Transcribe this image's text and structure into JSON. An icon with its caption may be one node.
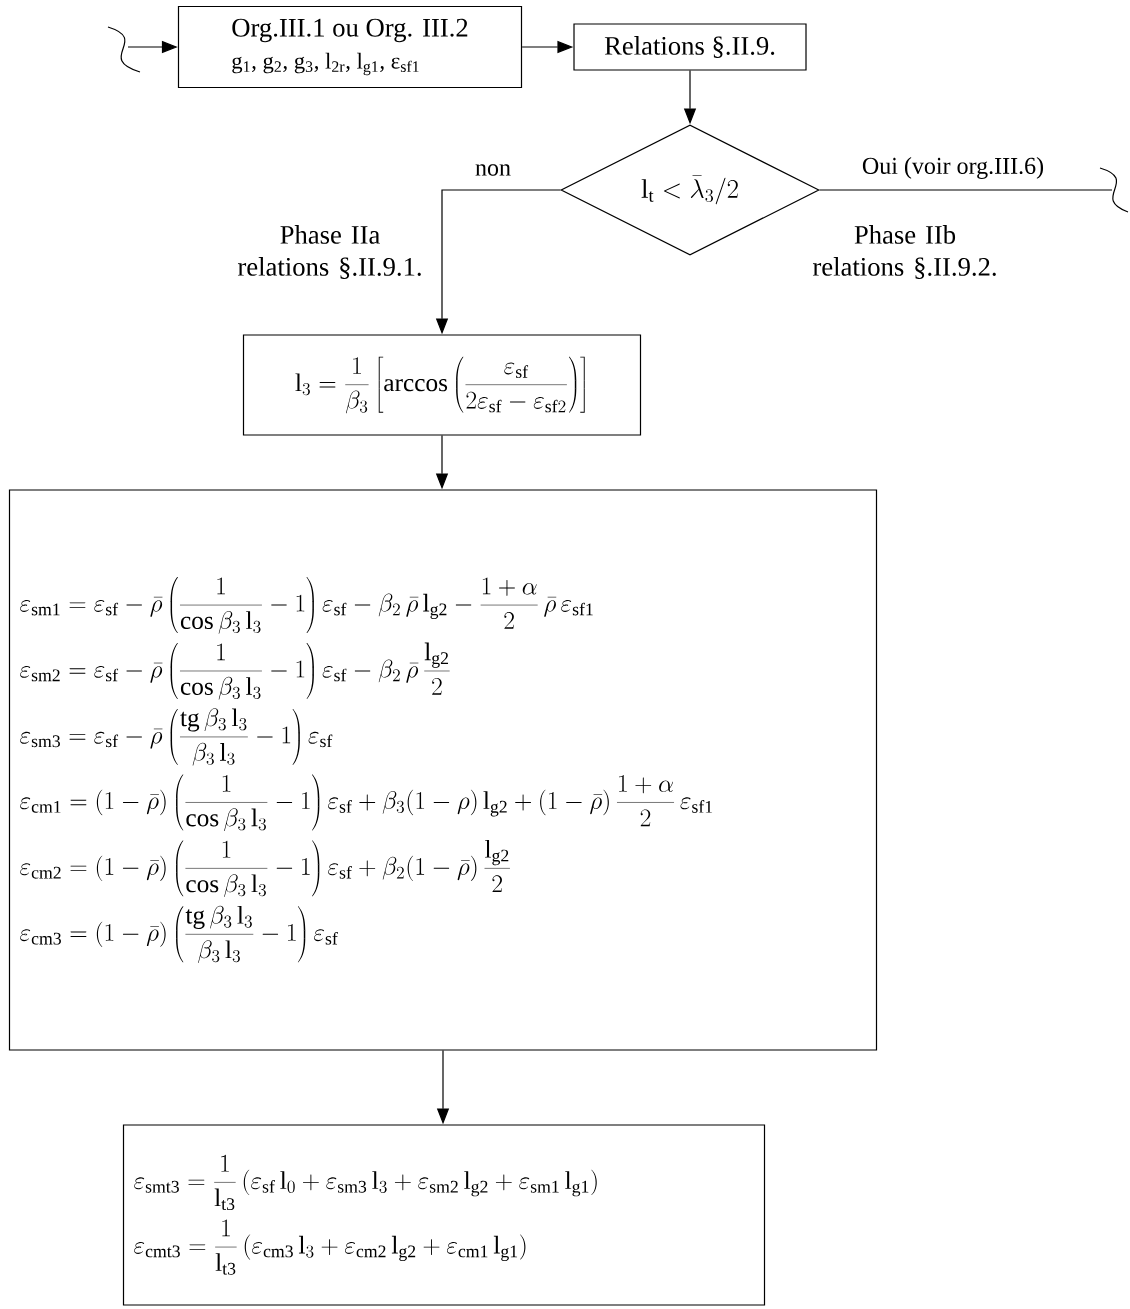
{
  "diagram": {
    "nodes": [
      {
        "text": [
          "Org.III.1 ou Org. III.2",
          "g$_{1}$, g$_{2}$, g$_{3}$, l$_{2r}$, l$_{g1}$, ε$_{sf1}$"
        ]
      },
      {
        "text": [
          "Relations §.II.9."
        ]
      },
      {
        "text": [
          "\\mathrm{l}_{\\mathrm{t}} < \\bar{\\lambda}_{3}/2"
        ]
      },
      {
        "text": [
          "\\mathrm{l}_{3} = \\frac{1}{\\beta_{3}}\\left[\\arccos\\left(\\frac{\\varepsilon_{\\mathrm{sf}}}{2\\varepsilon_{\\mathrm{sf}} - \\varepsilon_{\\mathrm{sf}2}}\\right)\\right]"
        ]
      },
      {
        "text": [
          "\\varepsilon_{\\mathrm{sm1}} = \\varepsilon_{\\mathrm{sf}} - \\bar{\\rho}\\left(\\frac{1}{\\cos\\beta_{3}\\,\\mathrm{l}_{3}} - 1\\right)\\varepsilon_{\\mathrm{sf}} - \\beta_{2}\\,\\bar{\\rho}\\,\\mathrm{l}_{\\mathrm{g2}} - \\frac{1+\\alpha}{2}\\,\\bar{\\rho}\\,\\varepsilon_{\\mathrm{sf1}}",
          "\\varepsilon_{\\mathrm{sm2}} = \\varepsilon_{\\mathrm{sf}} - \\bar{\\rho}\\left(\\frac{1}{\\cos\\beta_{3}\\,\\mathrm{l}_{3}} - 1\\right)\\varepsilon_{\\mathrm{sf}} - \\beta_{2}\\,\\bar{\\rho}\\,\\frac{\\mathrm{l}_{\\mathrm{g2}}}{2}",
          "\\varepsilon_{\\mathrm{sm3}} = \\varepsilon_{\\mathrm{sf}} - \\bar{\\rho}\\left(\\frac{\\mathrm{tg}\\,\\beta_{3}\\,\\mathrm{l}_{3}}{\\beta_{3}\\,\\mathrm{l}_{3}} - 1\\right)\\varepsilon_{\\mathrm{sf}}",
          "\\varepsilon_{\\mathrm{cm1}} = (1-\\bar{\\rho})\\left(\\frac{1}{\\cos\\beta_{3}\\,\\mathrm{l}_{3}} - 1\\right)\\varepsilon_{\\mathrm{sf}} + \\beta_{3}(1-\\rho)\\,\\mathrm{l}_{\\mathrm{g2}} + (1-\\bar{\\rho})\\,\\frac{1+\\alpha}{2}\\,\\varepsilon_{\\mathrm{sf1}}",
          "\\varepsilon_{\\mathrm{cm2}} = (1-\\bar{\\rho})\\left(\\frac{1}{\\cos\\beta_{3}\\,\\mathrm{l}_{3}} - 1\\right)\\varepsilon_{\\mathrm{sf}} + \\beta_{2}(1-\\bar{\\rho})\\,\\frac{\\mathrm{l}_{\\mathrm{g2}}}{2}",
          "\\varepsilon_{\\mathrm{cm3}} = (1-\\bar{\\rho})\\left(\\frac{\\mathrm{tg}\\,\\beta_{3}\\,\\mathrm{l}_{3}}{\\beta_{3}\\,\\mathrm{l}_{3}} - 1\\right)\\varepsilon_{\\mathrm{sf}}"
        ]
      },
      {
        "text": [
          "\\varepsilon_{\\mathrm{smt3}} = \\frac{1}{\\mathrm{l}_{\\mathrm{t3}}}\\left(\\varepsilon_{\\mathrm{sf}}\\,\\mathrm{l}_{0} + \\varepsilon_{\\mathrm{sm3}}\\,\\mathrm{l}_{3} + \\varepsilon_{\\mathrm{sm2}}\\,\\mathrm{l}_{\\mathrm{g2}} + \\varepsilon_{\\mathrm{sm1}}\\,\\mathrm{l}_{\\mathrm{g1}}\\right)",
          "\\varepsilon_{\\mathrm{cmt3}} = \\frac{1}{\\mathrm{l}_{\\mathrm{t3}}}\\left(\\varepsilon_{\\mathrm{cm3}}\\,\\mathrm{l}_{3} + \\varepsilon_{\\mathrm{cm2}}\\,\\mathrm{l}_{\\mathrm{g2}} + \\varepsilon_{\\mathrm{cm1}}\\,\\mathrm{l}_{\\mathrm{g1}}\\right)"
        ]
      }
    ],
    "edges": [
      {
        "from": null,
        "to": 0,
        "arrow": "to"
      },
      {
        "from": 0,
        "to": 1,
        "arrow": "to"
      },
      {
        "from": 1,
        "to": 2,
        "arrow": "to"
      },
      {
        "from": 2,
        "to": 3,
        "arrow": "to",
        "label": "non"
      },
      {
        "from": 2,
        "to": null,
        "arrow": "none",
        "label": "Oui (voir org.III.6)"
      },
      {
        "from": 3,
        "to": 4,
        "arrow": "to"
      },
      {
        "from": 4,
        "to": 5,
        "arrow": "to"
      }
    ],
    "labels": [
      "Phase IIa relations §.II.9.1.",
      "Phase IIb relations §.II.9.2."
    ]
  }
}
